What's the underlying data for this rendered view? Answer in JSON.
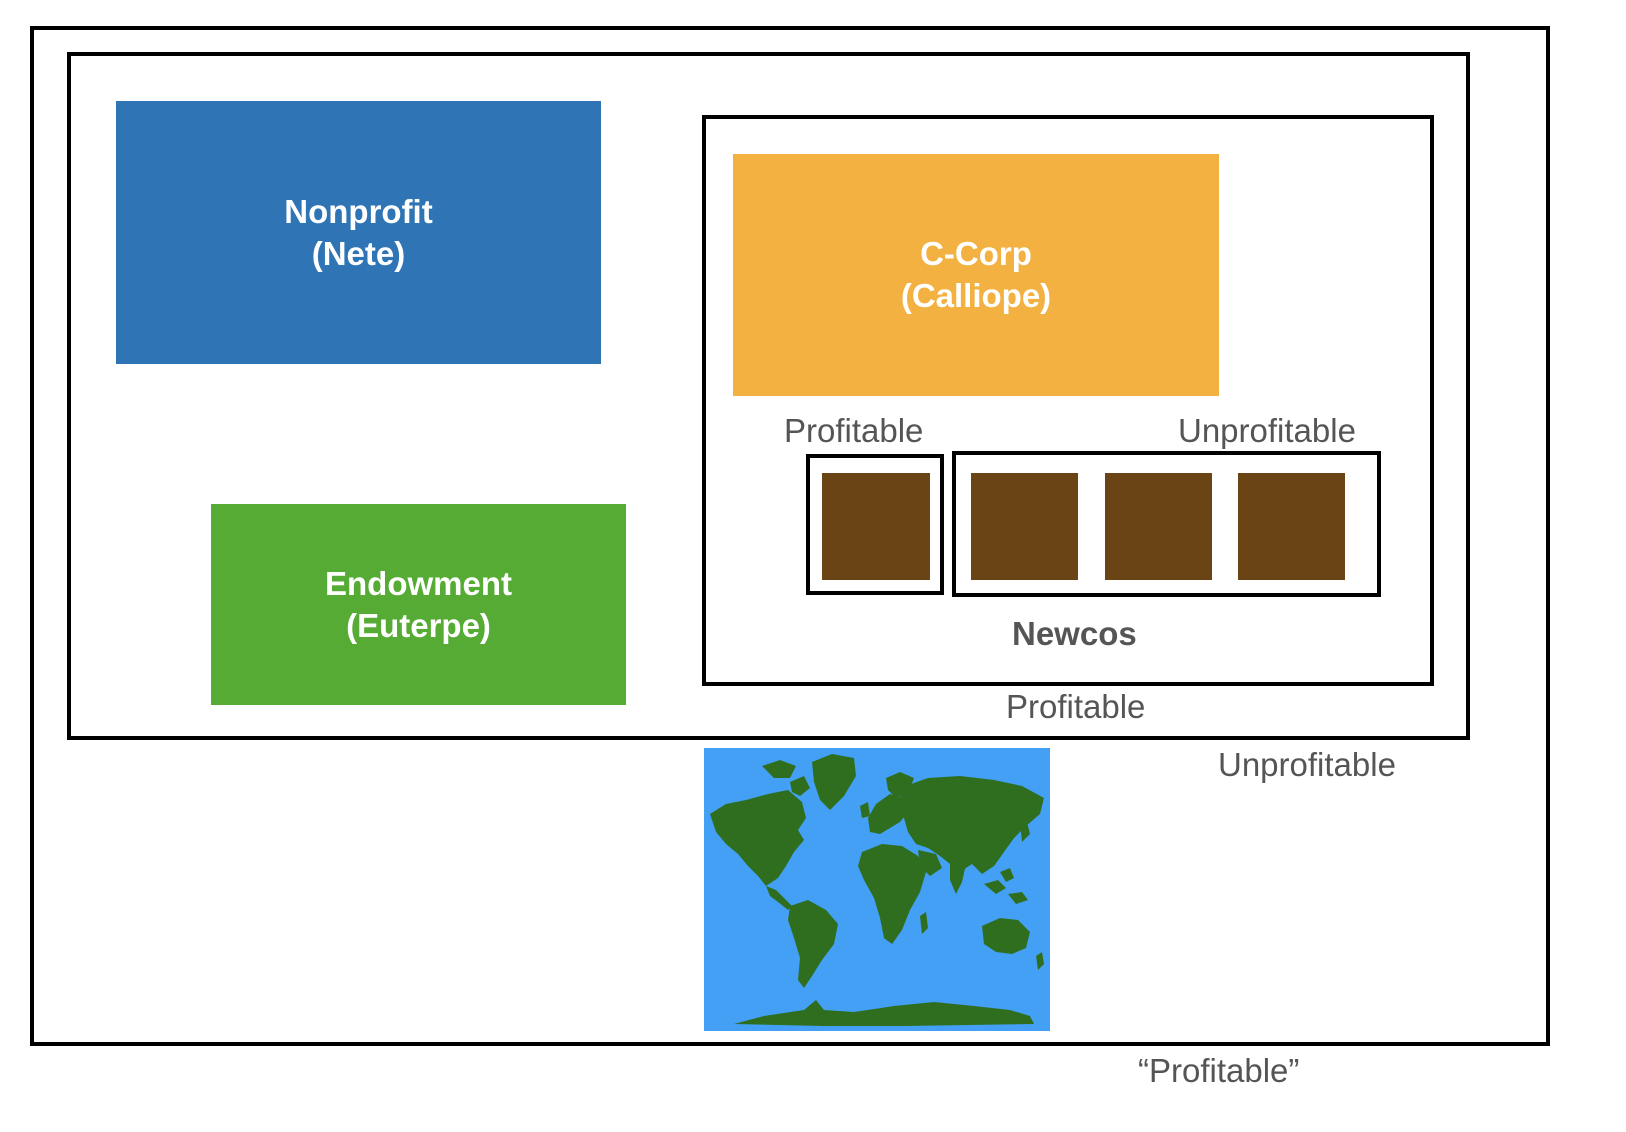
{
  "colors": {
    "nonprofit": "#2f74b5",
    "endowment": "#56ab34",
    "ccorp": "#f2b141",
    "newco": "#6b4416",
    "ocean": "#43a0f5",
    "land": "#2f6e1f",
    "frame": "#000000",
    "label": "#555555"
  },
  "nonprofit": {
    "line1": "Nonprofit",
    "line2": "(Nete)"
  },
  "endowment": {
    "line1": "Endowment",
    "line2": "(Euterpe)"
  },
  "ccorp": {
    "line1": "C-Corp",
    "line2": "(Calliope)"
  },
  "labels": {
    "newcos_profitable": "Profitable",
    "newcos_unprofitable": "Unprofitable",
    "newcos": "Newcos",
    "ccorp_frame": "Profitable",
    "inner_frame": "Unprofitable",
    "outer_frame": "“Profitable”"
  },
  "newcos": {
    "profitable_count": 1,
    "unprofitable_count": 3
  },
  "map": {
    "icon": "world-map-icon"
  }
}
